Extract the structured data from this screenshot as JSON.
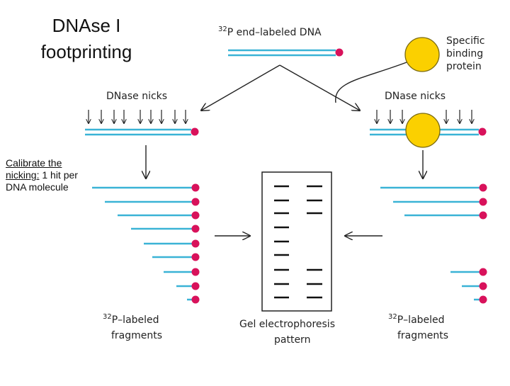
{
  "title": {
    "line1": "DNAse I",
    "line2": "footprinting"
  },
  "top_label": {
    "superscript": "32",
    "text": "P end–labeled DNA"
  },
  "protein_label": {
    "line1": "Specific",
    "line2": "binding",
    "line3": "protein"
  },
  "left_nicks_label": "DNase nicks",
  "right_nicks_label": "DNase nicks",
  "note": {
    "underlined": "Calibrate the nicking:",
    "rest": " 1 hit per DNA molecule"
  },
  "left_fragments_label": {
    "superscript": "32",
    "line1": "P–labeled",
    "line2": "fragments"
  },
  "right_fragments_label": {
    "superscript": "32",
    "line1": "P–labeled",
    "line2": "fragments"
  },
  "gel_label": {
    "line1": "Gel electrophoresis",
    "line2": "pattern"
  },
  "colors": {
    "dna": "#3ab3d6",
    "label_dot": "#d8125b",
    "protein_fill": "#fbd000",
    "protein_stroke": "#7a6a10",
    "ink": "#222222"
  },
  "left_fragment_count": 9,
  "right_fragments": {
    "long": 3,
    "short": 3
  },
  "gel_lanes": {
    "left_bands": 9,
    "right_bands": 6
  }
}
